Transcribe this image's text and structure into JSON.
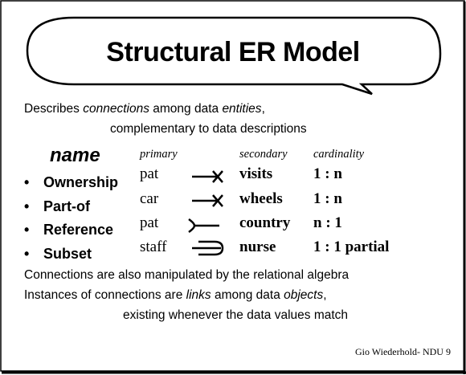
{
  "slide": {
    "title": "Structural ER Model",
    "intro": {
      "p1": "Describes ",
      "p1_em": "connections",
      "p2": " among data ",
      "p2_em": "entities",
      "p3": ",",
      "line2": "complementary to data descriptions"
    },
    "table": {
      "headers": {
        "name": "name",
        "primary": "primary",
        "secondary": "secondary",
        "cardinality": "cardinality"
      },
      "rows": [
        {
          "type": "Ownership",
          "primary": "pat",
          "secondary": "visits",
          "cardinality": "1 : n",
          "symbol": "ownership-arrow-icon"
        },
        {
          "type": "Part-of",
          "primary": "car",
          "secondary": "wheels",
          "cardinality": "1 : n",
          "symbol": "part-of-arrow-icon"
        },
        {
          "type": "Reference",
          "primary": "pat",
          "secondary": "country",
          "cardinality": "n : 1",
          "symbol": "reference-arrow-icon"
        },
        {
          "type": "Subset",
          "primary": "staff",
          "secondary": "nurse",
          "cardinality": "1 : 1 partial",
          "symbol": "subset-arrow-icon"
        }
      ]
    },
    "conclusion": {
      "line1": "Connections are also manipulated by the relational algebra",
      "line2_a": "Instances of connections are ",
      "line2_em1": "links",
      "line2_b": " among data ",
      "line2_em2": "objects",
      "line2_c": ",",
      "line3": "existing whenever the data values match"
    },
    "footer": "Gio Wiederhold- NDU 9"
  }
}
